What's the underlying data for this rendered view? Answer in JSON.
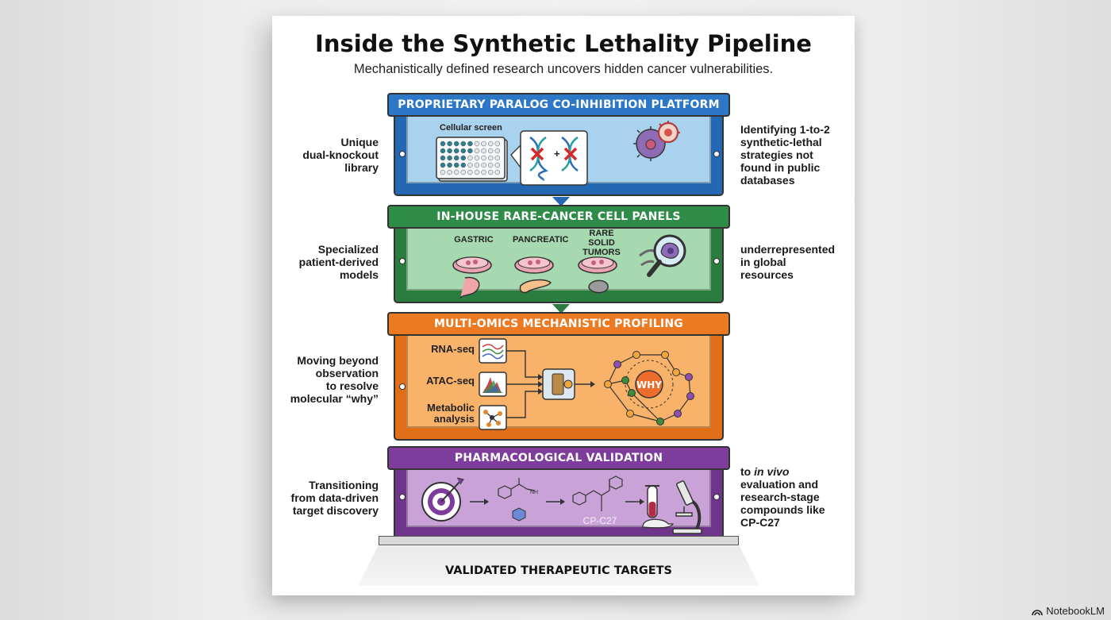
{
  "title": "Inside the Synthetic Lethality Pipeline",
  "subtitle": "Mechanistically defined research uncovers hidden cancer vulnerabilities.",
  "tiers": [
    {
      "header": "PROPRIETARY PARALOG CO-INHIBITION PLATFORM",
      "left_label": "Unique\ndual-knockout\nlibrary",
      "right_label": "Identifying 1-to-2\nsynthetic-lethal\nstrategies not\nfound in public\ndatabases",
      "inner": {
        "screen_label": "Cellular screen",
        "plus": "+"
      },
      "color": "#2c78c7"
    },
    {
      "header": "IN-HOUSE RARE-CANCER CELL PANELS",
      "left_label": "Specialized\npatient-derived\nmodels",
      "right_label": "underrepresented\nin global\nresources",
      "inner": {
        "cancers": [
          "GASTRIC",
          "PANCREATIC",
          "RARE SOLID\nTUMORS"
        ]
      },
      "color": "#2e8b48"
    },
    {
      "header": "MULTI-OMICS MECHANISTIC PROFILING",
      "left_label": "Moving beyond\nobservation\nto resolve\nmolecular “why”",
      "right_label": "",
      "inner": {
        "omics": [
          "RNA-seq",
          "ATAC-seq",
          "Metabolic\nanalysis"
        ],
        "why": "WHY"
      },
      "color": "#ec7a22"
    },
    {
      "header": "PHARMACOLOGICAL VALIDATION",
      "left_label": "Transitioning\nfrom data-driven\ntarget discovery",
      "right_label_prefix": "to ",
      "right_label_italic": "in vivo",
      "right_label_rest": "\nevaluation and\nresearch-stage\ncompounds like\nCP-C27",
      "inner": {
        "compound": "CP-C27",
        "nh": "NH"
      },
      "color": "#7e3d9c"
    }
  ],
  "footer": "VALIDATED THERAPEUTIC TARGETS",
  "brand": "NotebookLM",
  "icons": [
    "dna-icon",
    "cancer-cell-icon",
    "petri-dish-icon",
    "stomach-icon",
    "pancreas-icon",
    "tumor-icon",
    "magnifier-icon",
    "chart-icon",
    "network-icon",
    "target-icon",
    "test-tube-icon",
    "mouse-icon",
    "microscope-icon"
  ]
}
